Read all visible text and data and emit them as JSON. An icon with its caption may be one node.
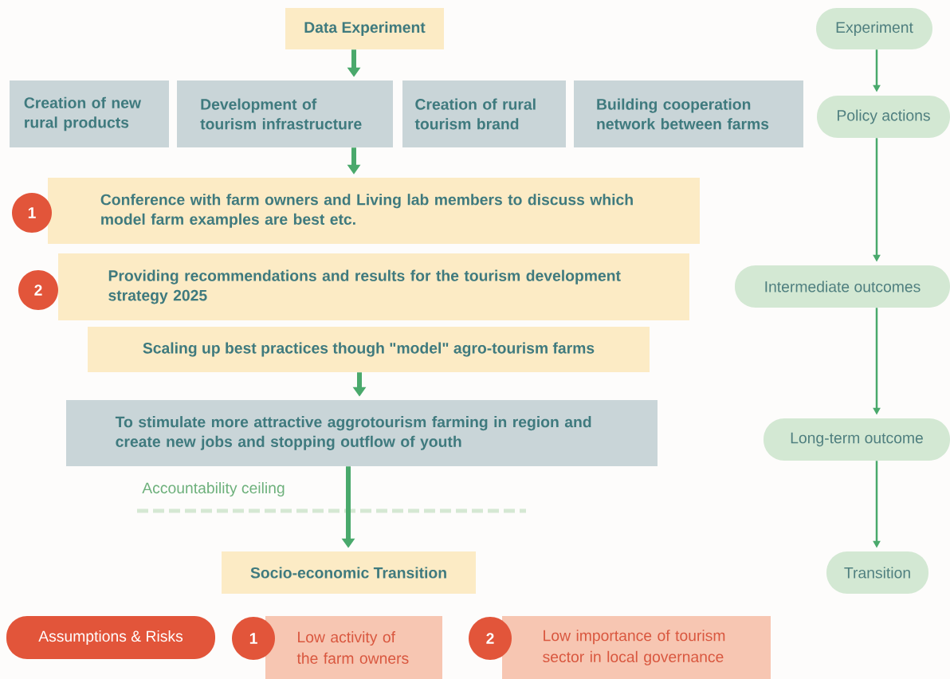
{
  "diagram": {
    "nodes": [
      {
        "text": [
          "Data Experiment"
        ]
      },
      {
        "text": [
          "Creation of new rural products"
        ]
      },
      {
        "text": [
          "Development of tourism infrastructure"
        ]
      },
      {
        "text": [
          "Creation of rural tourism brand"
        ]
      },
      {
        "text": [
          "Building cooperation network between farms"
        ]
      },
      {
        "text": [
          "Conference with farm owners and Living lab members to discuss which model farm examples are best etc."
        ]
      },
      {
        "text": [
          "1"
        ]
      },
      {
        "text": [
          "Providing recommendations and results for the tourism development strategy 2025"
        ]
      },
      {
        "text": [
          "2"
        ]
      },
      {
        "text": [
          "Scaling up best practices though \"model\" agro-tourism farms"
        ]
      },
      {
        "text": [
          "To stimulate more attractive aggrotourism farming in region and create new jobs and stopping outflow of youth"
        ]
      },
      {
        "text": [
          "Socio-economic Transition"
        ]
      },
      {
        "text": [
          "Assumptions & Risks"
        ]
      },
      {
        "text": [
          "1"
        ]
      },
      {
        "text": [
          "Low activity of the farm owners"
        ]
      },
      {
        "text": [
          "2"
        ]
      },
      {
        "text": [
          "Low importance of tourism sector in local governance"
        ]
      },
      {
        "text": [
          "Experiment"
        ]
      },
      {
        "text": [
          "Policy actions"
        ]
      },
      {
        "text": [
          "Intermediate outcomes"
        ]
      },
      {
        "text": [
          "Long-term outcome"
        ]
      },
      {
        "text": [
          "Transition"
        ]
      }
    ],
    "edges": [
      {
        "from": 0,
        "to": 2,
        "arrow": "to",
        "style": "thick"
      },
      {
        "from": 2,
        "to": 5,
        "arrow": "to",
        "style": "thick"
      },
      {
        "from": 9,
        "to": 10,
        "arrow": "to",
        "style": "thick"
      },
      {
        "from": 10,
        "to": 11,
        "arrow": "to",
        "style": "thick"
      },
      {
        "from": 17,
        "to": 18,
        "arrow": "to"
      },
      {
        "from": 18,
        "to": 19,
        "arrow": "to"
      },
      {
        "from": 19,
        "to": 20,
        "arrow": "to"
      },
      {
        "from": 20,
        "to": 21,
        "arrow": "to"
      }
    ],
    "labels": [
      "Accountability ceiling"
    ]
  }
}
